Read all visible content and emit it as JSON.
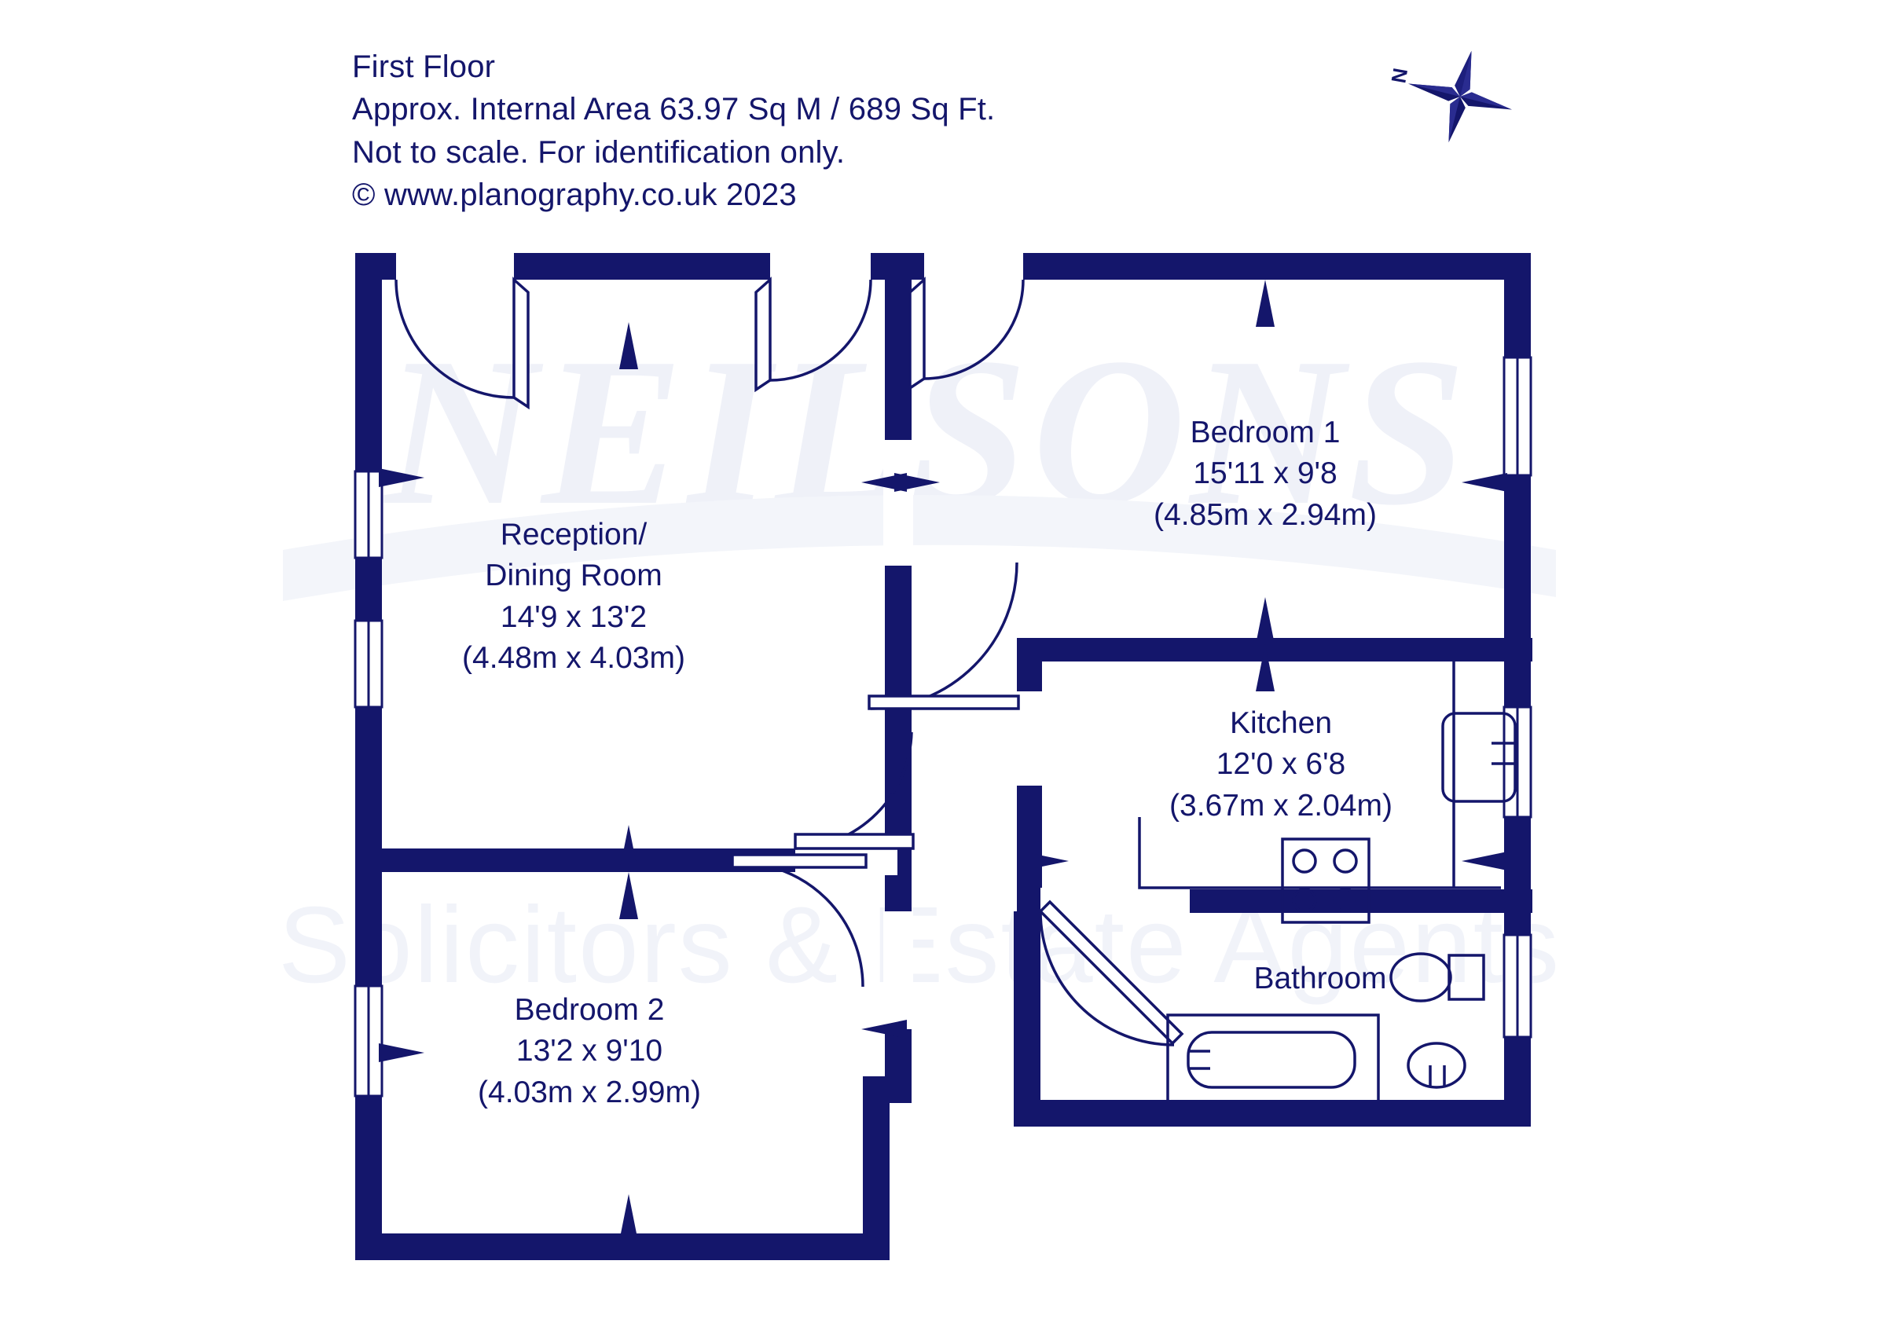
{
  "header": {
    "title": "First Floor",
    "area": "Approx. Internal Area 63.97 Sq M / 689 Sq Ft.",
    "disclaimer": "Not to scale. For identification only.",
    "copyright": "© www.planography.co.uk 2023"
  },
  "compass": {
    "north_label": "N",
    "name": "compass-rose"
  },
  "watermark": {
    "brand": "NEILSONS",
    "tagline": "Solicitors & Estate Agents"
  },
  "colors": {
    "wall": "#14166b",
    "ink": "#14166b",
    "paper": "#ffffff",
    "fixture_stroke": "#14166b",
    "watermark": "#eef0f7"
  },
  "rooms": [
    {
      "id": "reception",
      "name": "Reception/ Dining Room",
      "line1": "Reception/",
      "line2": "Dining Room",
      "imperial": "14'9 x 13'2",
      "metric": "(4.48m x 4.03m)"
    },
    {
      "id": "bedroom1",
      "name": "Bedroom 1",
      "line1": "Bedroom 1",
      "line2": "",
      "imperial": "15'11 x 9'8",
      "metric": "(4.85m x 2.94m)"
    },
    {
      "id": "kitchen",
      "name": "Kitchen",
      "line1": "Kitchen",
      "line2": "",
      "imperial": "12'0 x 6'8",
      "metric": "(3.67m x 2.04m)"
    },
    {
      "id": "bedroom2",
      "name": "Bedroom 2",
      "line1": "Bedroom 2",
      "line2": "",
      "imperial": "13'2 x 9'10",
      "metric": "(4.03m x 2.99m)"
    },
    {
      "id": "bathroom",
      "name": "Bathroom",
      "line1": "Bathroom",
      "line2": "",
      "imperial": "",
      "metric": ""
    }
  ],
  "fixtures": [
    {
      "name": "bath",
      "room": "bathroom"
    },
    {
      "name": "wc",
      "room": "bathroom"
    },
    {
      "name": "wash-basin",
      "room": "bathroom"
    },
    {
      "name": "kitchen-sink",
      "room": "kitchen"
    },
    {
      "name": "kitchen-hob",
      "room": "kitchen"
    },
    {
      "name": "kitchen-worktop",
      "room": "kitchen"
    }
  ]
}
